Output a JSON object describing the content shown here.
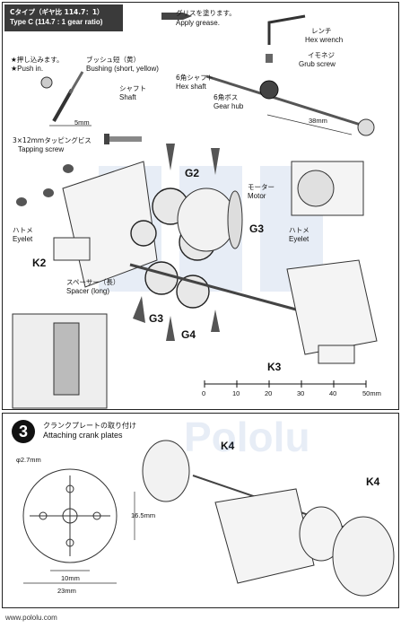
{
  "header": {
    "title_jp": "Cタイプ（ギヤ比 114.7：1）",
    "title_en": "Type C (114.7 : 1 gear ratio)"
  },
  "grease": {
    "jp": "グリスを塗ります。",
    "en": "Apply grease."
  },
  "push_in": {
    "jp": "★押し込みます。",
    "en": "★Push in."
  },
  "bushing": {
    "jp": "ブッシュ短（黄）",
    "en": "Bushing (short, yellow)"
  },
  "shaft": {
    "jp": "シャフト",
    "en": "Shaft"
  },
  "shaft_dim": "5mm",
  "hex_wrench": {
    "jp": "レンチ",
    "en": "Hex wrench"
  },
  "grub_screw": {
    "jp": "イモネジ",
    "en": "Grub screw"
  },
  "hex_shaft": {
    "jp": "6角シャフト",
    "en": "Hex shaft"
  },
  "gear_hub": {
    "jp": "6角ボス",
    "en": "Gear hub"
  },
  "hex_dim": "38mm",
  "tapping_screw": {
    "jp": "3×12mmタッピングビス",
    "en": "Tapping screw"
  },
  "motor": {
    "jp": "モーター",
    "en": "Motor"
  },
  "eyelet_left": {
    "jp": "ハトメ",
    "en": "Eyelet"
  },
  "eyelet_right": {
    "jp": "ハトメ",
    "en": "Eyelet"
  },
  "spacer": {
    "jp": "スペーサー（長）",
    "en": "Spacer (long)"
  },
  "labels": {
    "g2": "G2",
    "g3a": "G3",
    "g3b": "G3",
    "g4": "G4",
    "k2": "K2",
    "k3": "K3",
    "k4a": "K4",
    "k4b": "K4"
  },
  "ruler": {
    "ticks": [
      "0",
      "10",
      "20",
      "30",
      "40",
      "50mm"
    ]
  },
  "step3": {
    "number": "3",
    "jp": "クランクプレートの取り付け",
    "en": "Attaching crank plates"
  },
  "plate_dims": {
    "hole": "φ2.7mm",
    "h": "16.5mm",
    "w1": "10mm",
    "w2": "23mm"
  },
  "watermark": "Pololu",
  "footer": "www.pololu.com"
}
